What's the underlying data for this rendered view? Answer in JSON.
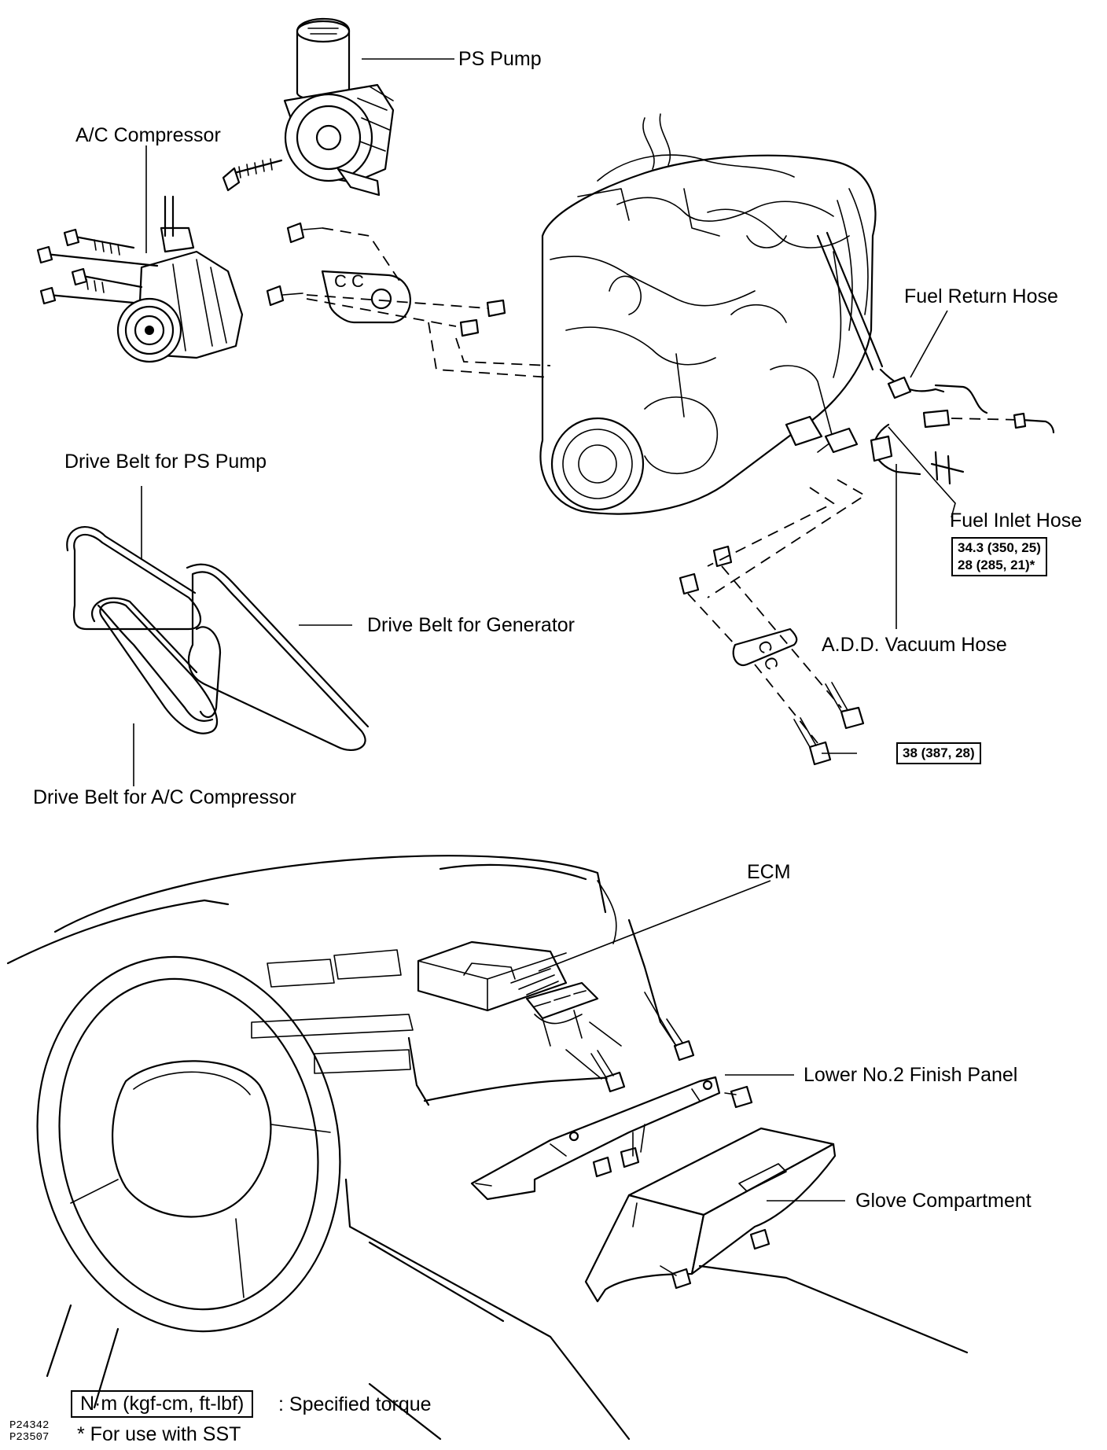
{
  "labels": {
    "ps_pump": "PS Pump",
    "ac_compressor": "A/C Compressor",
    "fuel_return_hose": "Fuel Return Hose",
    "drive_belt_ps_pump": "Drive Belt for PS Pump",
    "fuel_inlet_hose": "Fuel Inlet Hose",
    "drive_belt_generator": "Drive Belt for Generator",
    "add_vacuum_hose": "A.D.D. Vacuum Hose",
    "drive_belt_ac_compressor": "Drive Belt for A/C Compressor",
    "ecm": "ECM",
    "lower_finish_panel": "Lower No.2 Finish Panel",
    "glove_compartment": "Glove Compartment"
  },
  "torques": {
    "fuel_inlet_line1": "34.3 (350, 25)",
    "fuel_inlet_line2": "28 (285, 21)*",
    "bracket_bolt": "38 (387, 28)"
  },
  "legend": {
    "unit_box": "N·m (kgf-cm, ft-lbf)",
    "unit_text": ": Specified torque",
    "sst_note": "* For use with SST"
  },
  "figure_codes": [
    "P24342",
    "P23507"
  ],
  "colors": {
    "ink": "#000000",
    "paper": "#ffffff"
  }
}
